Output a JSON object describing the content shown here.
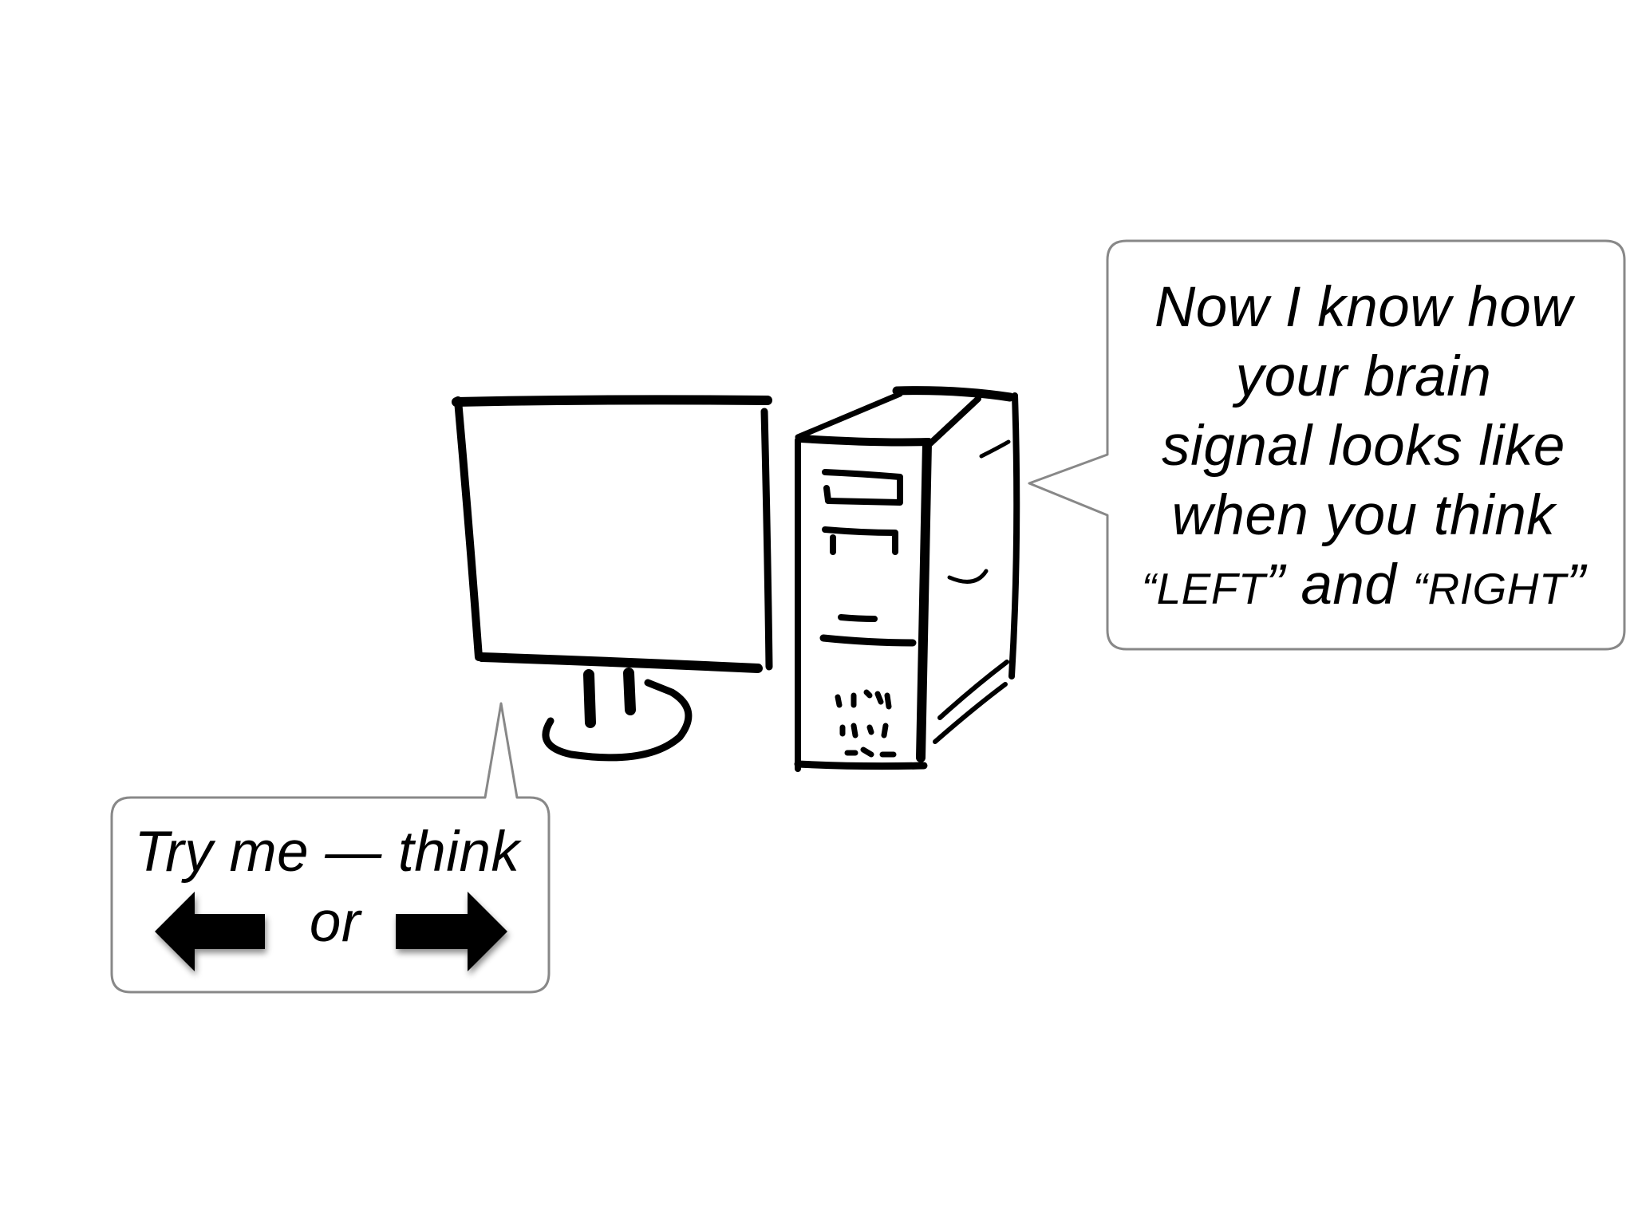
{
  "speech_bubbles": {
    "computer": {
      "lines": [
        "Now I know how",
        "your brain",
        "signal looks like",
        "when you think"
      ],
      "last_line": {
        "open_quote_1": "“",
        "word_left": "LEFT",
        "close_quote_1": "”",
        "joiner": " and ",
        "open_quote_2": "“",
        "word_right": "RIGHT",
        "close_quote_2": "”"
      }
    },
    "user_prompt": {
      "line1": "Try me — think",
      "or_label": "or",
      "left_arrow_icon": "arrow-left-icon",
      "right_arrow_icon": "arrow-right-icon"
    }
  },
  "colors": {
    "bubble_border": "#888888",
    "ink": "#000000",
    "background": "#ffffff"
  }
}
